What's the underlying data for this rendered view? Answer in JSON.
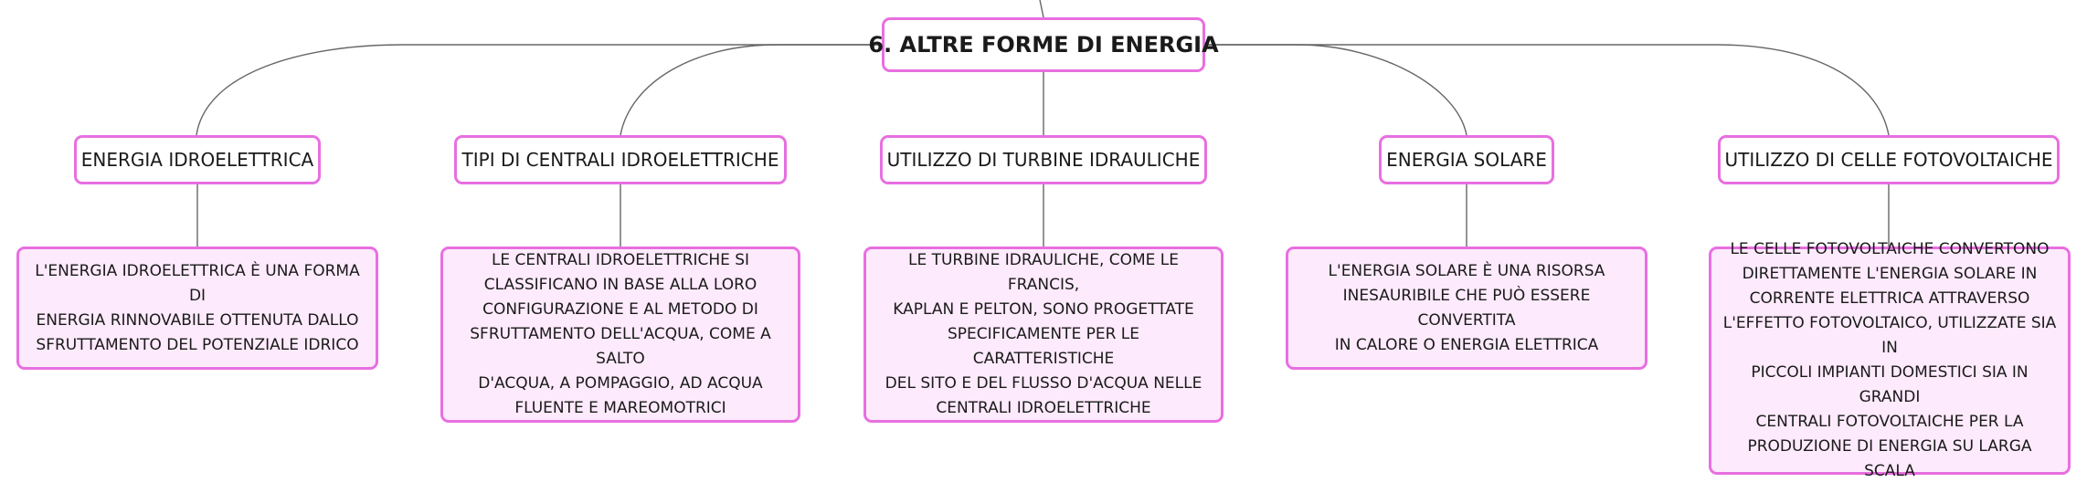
{
  "root": {
    "title": "6. ALTRE FORME DI ENERGIA"
  },
  "topics": [
    {
      "label": "ENERGIA IDROELETTRICA",
      "lines": [
        "L'ENERGIA IDROELETTRICA È UNA FORMA DI",
        "ENERGIA RINNOVABILE OTTENUTA DALLO",
        "SFRUTTAMENTO DEL POTENZIALE IDRICO"
      ]
    },
    {
      "label": "TIPI DI CENTRALI IDROELETTRICHE",
      "lines": [
        "LE CENTRALI IDROELETTRICHE SI",
        "CLASSIFICANO IN BASE ALLA LORO",
        "CONFIGURAZIONE E AL METODO DI",
        "SFRUTTAMENTO DELL'ACQUA, COME A SALTO",
        "D'ACQUA, A POMPAGGIO, AD ACQUA",
        "FLUENTE E MAREOMOTRICI"
      ]
    },
    {
      "label": "UTILIZZO DI TURBINE IDRAULICHE",
      "lines": [
        "LE TURBINE IDRAULICHE, COME LE FRANCIS,",
        "KAPLAN E PELTON, SONO PROGETTATE",
        "SPECIFICAMENTE PER LE CARATTERISTICHE",
        "DEL SITO E DEL FLUSSO D'ACQUA NELLE",
        "CENTRALI IDROELETTRICHE"
      ]
    },
    {
      "label": "ENERGIA SOLARE",
      "lines": [
        "L'ENERGIA SOLARE È UNA RISORSA",
        "INESAURIBILE CHE PUÒ ESSERE CONVERTITA",
        "IN CALORE O ENERGIA ELETTRICA"
      ]
    },
    {
      "label": "UTILIZZO DI CELLE FOTOVOLTAICHE",
      "lines": [
        "LE CELLE FOTOVOLTAICHE CONVERTONO",
        "DIRETTAMENTE L'ENERGIA SOLARE IN",
        "CORRENTE ELETTRICA ATTRAVERSO",
        "L'EFFETTO FOTOVOLTAICO, UTILIZZATE SIA IN",
        "PICCOLI IMPIANTI DOMESTICI SIA IN GRANDI",
        "CENTRALI FOTOVOLTAICHE PER LA",
        "PRODUZIONE DI ENERGIA SU LARGA SCALA"
      ]
    }
  ]
}
